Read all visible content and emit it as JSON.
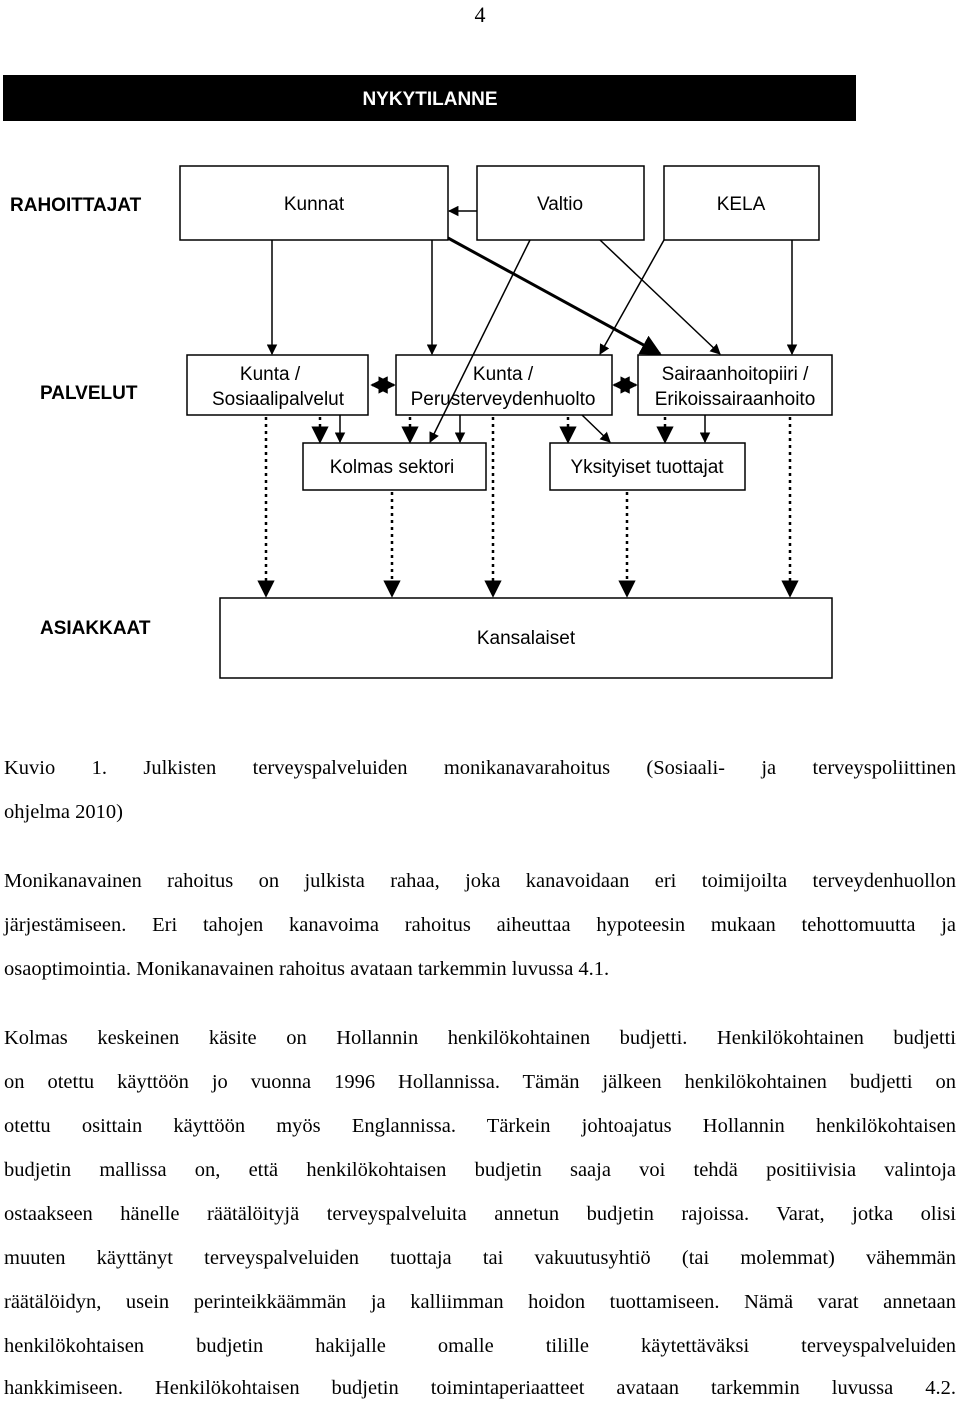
{
  "page_number": "4",
  "diagram": {
    "title": "NYKYTILANNE",
    "rows": {
      "rahoittajat": "RAHOITTAJAT",
      "palvelut": "PALVELUT",
      "asiakkaat": "ASIAKKAAT"
    },
    "boxes": {
      "kunnat": "Kunnat",
      "valtio": "Valtio",
      "kela": "KELA",
      "sosiaali_line1": "Kunta /",
      "sosiaali_line2": "Sosiaalipalvelut",
      "perus_line1": "Kunta /",
      "perus_line2": "Perusterveydenhuolto",
      "sairaan_line1": "Sairaanhoitopiiri /",
      "sairaan_line2": "Erikoissairaanhoito",
      "kolmas": "Kolmas sektori",
      "yksityiset": "Yksityiset tuottajat",
      "kansalaiset": "Kansalaiset"
    }
  },
  "text": {
    "caption_line1": "Kuvio 1. Julkisten terveyspalveluiden monikanavarahoitus (Sosiaali- ja terveyspoliittinen",
    "caption_line2": "ohjelma 2010)",
    "p1_line1": "Monikanavainen rahoitus on julkista rahaa, joka kanavoidaan eri toimijoilta terveydenhuollon",
    "p1_line2": "järjestämiseen. Eri tahojen kanavoima rahoitus aiheuttaa hypoteesin mukaan tehottomuutta ja",
    "p1_line3": "osaoptimointia. Monikanavainen rahoitus avataan tarkemmin luvussa 4.1.",
    "p2_line1": "Kolmas keskeinen käsite on Hollannin henkilökohtainen budjetti. Henkilökohtainen budjetti",
    "p2_line2": "on otettu käyttöön jo vuonna 1996 Hollannissa. Tämän jälkeen henkilökohtainen budjetti on",
    "p2_line3": "otettu osittain käyttöön myös Englannissa. Tärkein johtoajatus Hollannin henkilökohtaisen",
    "p2_line4": "budjetin mallissa on, että henkilökohtaisen budjetin saaja voi tehdä positiivisia valintoja",
    "p2_line5": "ostaakseen hänelle räätälöityjä terveyspalveluita annetun budjetin rajoissa. Varat, jotka olisi",
    "p2_line6": "muuten käyttänyt terveyspalveluiden tuottaja tai vakuutusyhtiö (tai molemmat) vähemmän",
    "p2_line7": "räätälöidyn, usein perinteikkäämmän ja kalliimman hoidon tuottamiseen. Nämä varat annetaan",
    "p2_line8": "henkilökohtaisen budjetin hakijalle omalle tilille käytettäväksi terveyspalveluiden",
    "p2_line9": "hankkimiseen. Henkilökohtaisen budjetin toimintaperiaatteet avataan tarkemmin luvussa 4.2."
  }
}
